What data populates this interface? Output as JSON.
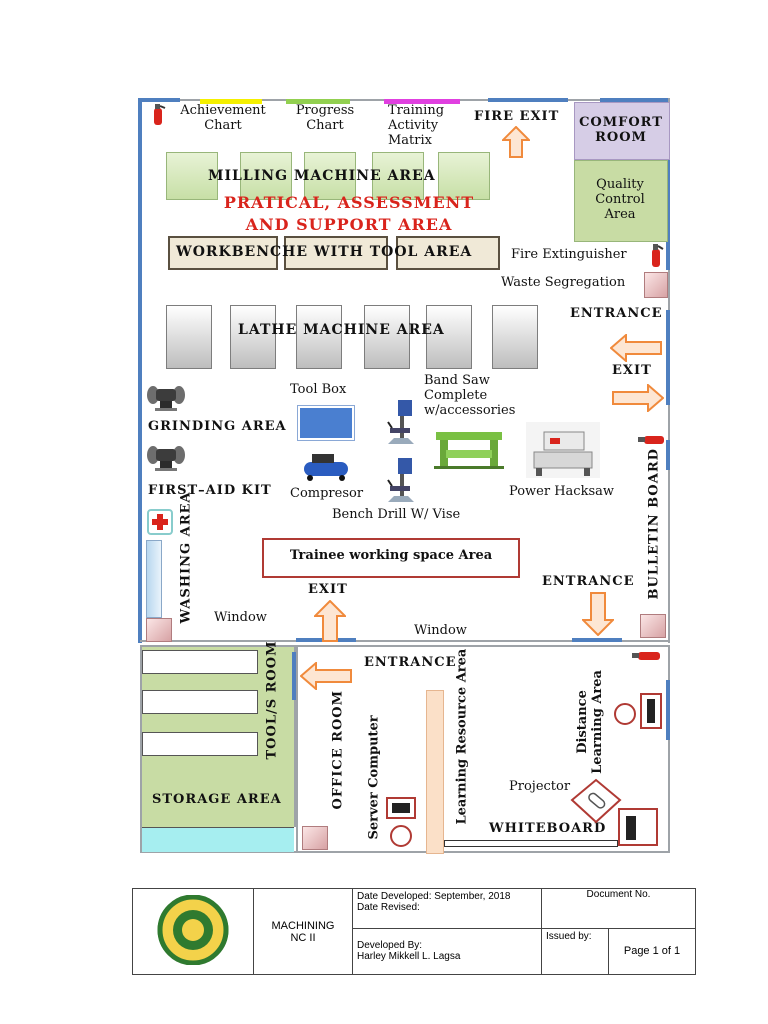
{
  "colors": {
    "accent_red": "#d9241c",
    "arrow_orange": "#f08a3c",
    "wall_blue": "#4f7fbf",
    "green_room": "#c8dca4",
    "lavender": "#d6cde6",
    "teal": "#a6eef0"
  },
  "labels": {
    "achievement_chart": "Achievement Chart",
    "progress_chart": "Progress Chart",
    "training_matrix": "Training Activity Matrix",
    "fire_exit": "FIRE EXIT",
    "comfort_room": "COMFORT ROOM",
    "quality_control": "Quality Control Area",
    "milling_area": "MILLING MACHINE AREA",
    "practical_line1": "PRATICAL, ASSESSMENT",
    "practical_line2": "AND SUPPORT AREA",
    "workbench": "WORKBENCHE WITH TOOL AREA",
    "fire_extinguisher": "Fire Extinguisher",
    "waste_segregation": "Waste Segregation",
    "entrance_right": "ENTRANCE",
    "exit_right": "EXIT",
    "lathe_area": "LATHE MACHINE AREA",
    "tool_box": "Tool Box",
    "band_saw": "Band Saw Complete w/accessories",
    "grinding_area": "GRINDING AREA",
    "first_aid": "FIRST–AID KIT",
    "compresor": "Compresor",
    "bench_drill": "Bench Drill W/ Vise",
    "power_hacksaw": "Power Hacksaw",
    "bulletin_board": "BULLETIN BOARD",
    "washing_area": "WASHING AREA",
    "trainee_space": "Trainee working space Area",
    "exit_bottom": "EXIT",
    "entrance_bottom": "ENTRANCE",
    "window_left": "Window",
    "window_mid": "Window",
    "entrance_lower": "ENTRANCE",
    "tools_room": "TOOL/S ROOM",
    "storage_area": "STORAGE AREA",
    "office_room": "OFFICE ROOM",
    "server_computer": "Server Computer",
    "learning_resource": "Learning Resource Area",
    "distance_learning": "Distance Learning Area",
    "projector": "Projector",
    "whiteboard": "WHITEBOARD"
  },
  "footer": {
    "course_line1": "MACHINING",
    "course_line2": "NC II",
    "date_developed": "Date Developed: September, 2018",
    "date_revised": "Date Revised:",
    "developed_by": "Developed By:",
    "developer": "Harley Mikkell L. Lagsa",
    "document_no": "Document No.",
    "issued_by": "Issued by:",
    "page": "Page 1 of 1"
  }
}
